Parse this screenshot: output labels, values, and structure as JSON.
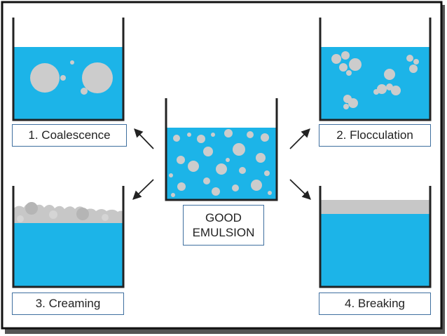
{
  "labels": {
    "coalescence": "1. Coalescence",
    "flocculation": "2. Flocculation",
    "creaming": "3. Creaming",
    "breaking": "4. Breaking",
    "good_line1": "GOOD",
    "good_line2": "EMULSION"
  },
  "colors": {
    "liquid": "#1cb4e8",
    "droplet": "#cccccc",
    "cream_layer": "#c7c7c7",
    "label_border": "#3f6f9f",
    "outer_border": "#111111"
  }
}
